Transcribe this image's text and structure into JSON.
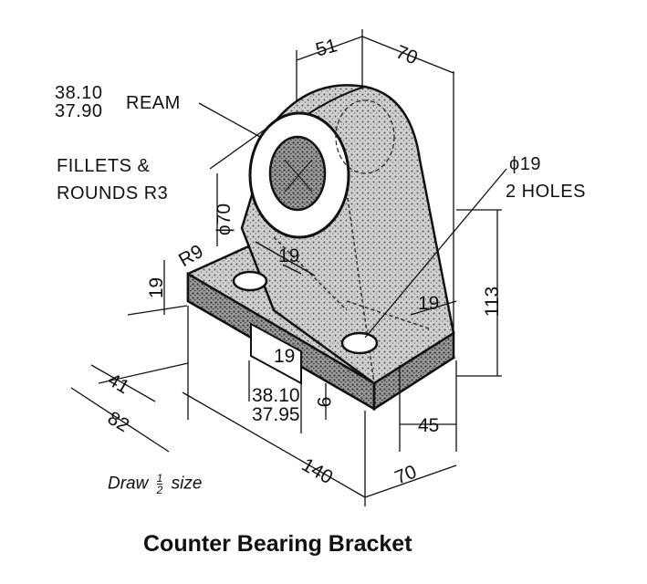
{
  "title": "Counter Bearing Bracket",
  "note_draw": "Draw",
  "note_scale_num": "1",
  "note_scale_den": "2",
  "note_size": "size",
  "ream": {
    "upper": "38.10",
    "lower": "37.90",
    "label": "REAM"
  },
  "fillets": {
    "line1": "FILLETS &",
    "line2": "ROUNDS R3"
  },
  "holes": {
    "dia": "ϕ19",
    "count": "2 HOLES"
  },
  "bore_dia": "ϕ70",
  "dims": {
    "d51": "51",
    "d70_top": "70",
    "d19_web": "19",
    "d19_left": "19",
    "dR9": "R9",
    "d19_right": "19",
    "d113": "113",
    "d19_front": "19",
    "d41": "41",
    "d82": "82",
    "slot_upper": "38.10",
    "slot_lower": "37.95",
    "d6": "6",
    "d45": "45",
    "d140": "140",
    "d70_bottom": "70"
  },
  "colors": {
    "ink": "#111111",
    "shade": "#7a7a7a",
    "paper": "#ffffff"
  }
}
